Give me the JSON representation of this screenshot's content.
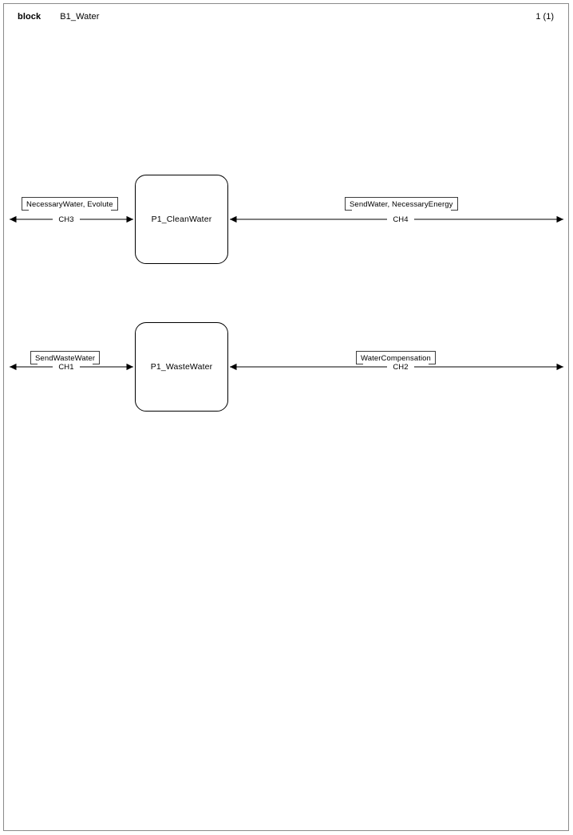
{
  "header": {
    "kind": "block",
    "name": "B1_Water",
    "page": "1 (1)"
  },
  "diagram": {
    "nodes": [
      {
        "id": "P1_CleanWater",
        "label": "P1_CleanWater"
      },
      {
        "id": "P1_WasteWater",
        "label": "P1_WasteWater"
      }
    ],
    "connectors": [
      {
        "channel": "CH3",
        "items": "NecessaryWater, Evolute",
        "side": "left",
        "row": "clean-water"
      },
      {
        "channel": "CH4",
        "items": "SendWater, NecessaryEnergy",
        "side": "right",
        "row": "clean-water"
      },
      {
        "channel": "CH1",
        "items": "SendWasteWater",
        "side": "left",
        "row": "waste-water"
      },
      {
        "channel": "CH2",
        "items": "WaterCompensation",
        "side": "right",
        "row": "waste-water"
      }
    ]
  },
  "colors": {
    "line": "#000000",
    "tag_border": "#3d3d3d",
    "frame": "#8a8a8a",
    "page_background": "#ffffff"
  }
}
